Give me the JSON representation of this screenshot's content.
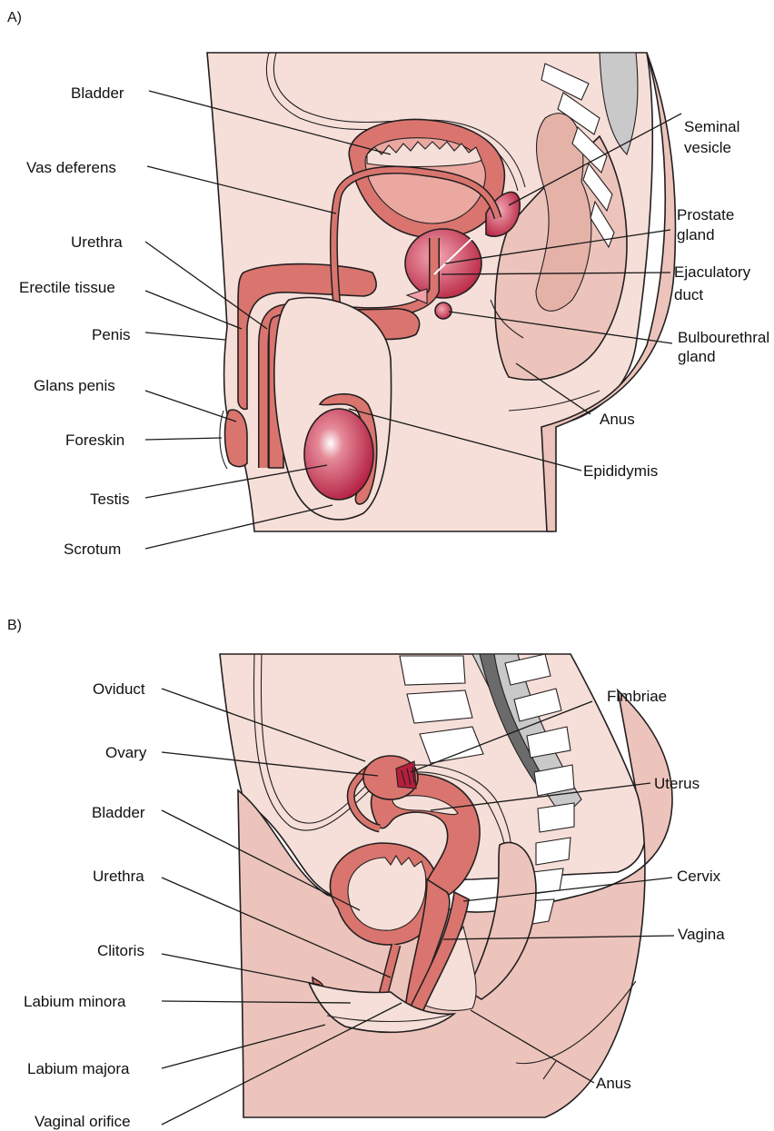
{
  "panel_a": {
    "letter": "A)",
    "labels": {
      "bladder": "Bladder",
      "vas_deferens": "Vas deferens",
      "urethra": "Urethra",
      "erectile_tissue": "Erectile tissue",
      "penis": "Penis",
      "glans_penis": "Glans penis",
      "foreskin": "Foreskin",
      "testis": "Testis",
      "scrotum": "Scrotum",
      "seminal_vesicle_1": "Seminal",
      "seminal_vesicle_2": "vesicle",
      "prostate_1": "Prostate",
      "prostate_2": "gland",
      "ejaculatory_1": "Ejaculatory",
      "ejaculatory_2": "duct",
      "bulbourethral_1": "Bulbourethral",
      "bulbourethral_2": "gland",
      "anus": "Anus",
      "epididymis": "Epididymis"
    }
  },
  "panel_b": {
    "letter": "B)",
    "labels": {
      "oviduct": "Oviduct",
      "ovary": "Ovary",
      "bladder": "Bladder",
      "urethra": "Urethra",
      "clitoris": "Clitoris",
      "labium_minora": "Labium minora",
      "labium_majora": "Labium majora",
      "vaginal_orifice": "Vaginal orifice",
      "fimbriae": "Fimbriae",
      "uterus": "Uterus",
      "cervix": "Cervix",
      "vagina": "Vagina",
      "anus": "Anus"
    }
  },
  "colors": {
    "skin_light": "#f6dfd9",
    "skin_mid": "#ecc4bb",
    "organ": "#d9756e",
    "organ_light": "#eaa8a0",
    "organ_dark": "#b51e3c",
    "bone": "#ffffff",
    "spine_gray": "#c9c9c9"
  }
}
